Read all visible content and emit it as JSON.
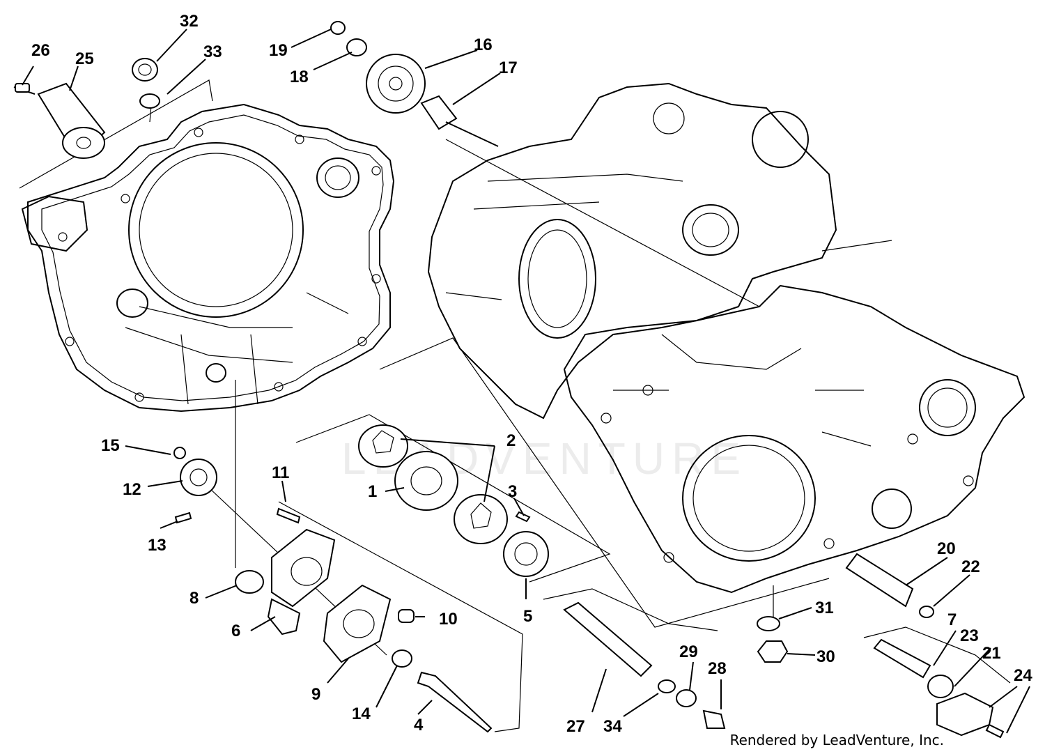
{
  "watermark": "LEADVENTURE",
  "footer": "Rendered by LeadVenture, Inc.",
  "callouts": [
    {
      "id": "p1",
      "text": "1"
    },
    {
      "id": "p2",
      "text": "2"
    },
    {
      "id": "p3",
      "text": "3"
    },
    {
      "id": "p4",
      "text": "4"
    },
    {
      "id": "p5",
      "text": "5"
    },
    {
      "id": "p6",
      "text": "6"
    },
    {
      "id": "p7",
      "text": "7"
    },
    {
      "id": "p8",
      "text": "8"
    },
    {
      "id": "p9",
      "text": "9"
    },
    {
      "id": "p10",
      "text": "10"
    },
    {
      "id": "p11",
      "text": "11"
    },
    {
      "id": "p12",
      "text": "12"
    },
    {
      "id": "p13",
      "text": "13"
    },
    {
      "id": "p14",
      "text": "14"
    },
    {
      "id": "p15",
      "text": "15"
    },
    {
      "id": "p16",
      "text": "16"
    },
    {
      "id": "p17",
      "text": "17"
    },
    {
      "id": "p18",
      "text": "18"
    },
    {
      "id": "p19",
      "text": "19"
    },
    {
      "id": "p20",
      "text": "20"
    },
    {
      "id": "p21",
      "text": "21"
    },
    {
      "id": "p22",
      "text": "22"
    },
    {
      "id": "p23",
      "text": "23"
    },
    {
      "id": "p24",
      "text": "24"
    },
    {
      "id": "p25",
      "text": "25"
    },
    {
      "id": "p26",
      "text": "26"
    },
    {
      "id": "p27",
      "text": "27"
    },
    {
      "id": "p28",
      "text": "28"
    },
    {
      "id": "p29",
      "text": "29"
    },
    {
      "id": "p30",
      "text": "30"
    },
    {
      "id": "p31",
      "text": "31"
    },
    {
      "id": "p32",
      "text": "32"
    },
    {
      "id": "p33",
      "text": "33"
    },
    {
      "id": "p34",
      "text": "34"
    }
  ]
}
